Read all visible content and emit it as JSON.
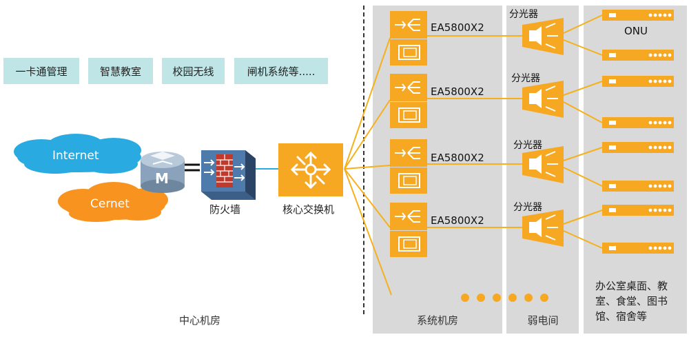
{
  "services": [
    {
      "label": "一卡通管理"
    },
    {
      "label": "智慧教室"
    },
    {
      "label": "校园无线"
    },
    {
      "label": "闸机系统等....."
    }
  ],
  "clouds": {
    "internet": "Internet",
    "cernet": "Cernet"
  },
  "router": {
    "letter": "M"
  },
  "firewall": {
    "label": "防火墙"
  },
  "core_switch": {
    "label": "核心交换机"
  },
  "zones": {
    "center": "中心机房",
    "system": "系统机房",
    "weak": "弱电间"
  },
  "olt": [
    {
      "label": "EA5800X2"
    },
    {
      "label": "EA5800X2"
    },
    {
      "label": "EA5800X2"
    },
    {
      "label": "EA5800X2"
    }
  ],
  "splitters": [
    {
      "label": "分光器"
    },
    {
      "label": "分光器"
    },
    {
      "label": "分光器"
    },
    {
      "label": "分光器"
    }
  ],
  "onu": {
    "label": "ONU"
  },
  "endpoints_note": "办公室桌面、教室、食堂、图书馆、宿舍等",
  "colors": {
    "orange": "#f7a823",
    "line": "#f5b01a",
    "zone_bg": "#d8d8d8",
    "teal": "#bfe5e6",
    "cloud_blue": "#29abe2",
    "cloud_orange": "#f7931e"
  }
}
